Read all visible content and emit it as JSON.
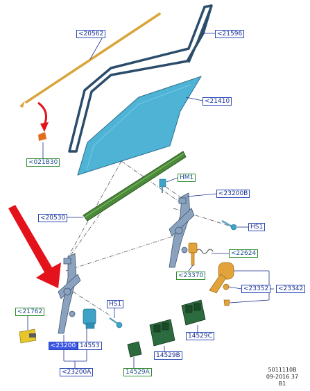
{
  "callouts": [
    {
      "id": "c20562",
      "text": "<20562",
      "style": "blue"
    },
    {
      "id": "c21596",
      "text": "<21596",
      "style": "blue"
    },
    {
      "id": "c21410",
      "text": "<21410",
      "style": "blue"
    },
    {
      "id": "c021B30",
      "text": "<021B30",
      "style": "green"
    },
    {
      "id": "cHM1",
      "text": "HM1",
      "style": "green"
    },
    {
      "id": "c23200B",
      "text": "<23200B",
      "style": "blue"
    },
    {
      "id": "c20530",
      "text": "<20530",
      "style": "blue"
    },
    {
      "id": "cHS1a",
      "text": "HS1",
      "style": "blue"
    },
    {
      "id": "c22624",
      "text": "<22624",
      "style": "green"
    },
    {
      "id": "c23370",
      "text": "<23370",
      "style": "green"
    },
    {
      "id": "c23352",
      "text": "<23352",
      "style": "blue"
    },
    {
      "id": "c23342",
      "text": "<23342",
      "style": "blue"
    },
    {
      "id": "c21762",
      "text": "<21762",
      "style": "green"
    },
    {
      "id": "cHS1b",
      "text": "HS1",
      "style": "blue"
    },
    {
      "id": "c23200",
      "text": "<23200",
      "style": "selected"
    },
    {
      "id": "c14553",
      "text": "14553",
      "style": "blue"
    },
    {
      "id": "c23200A",
      "text": "<23200A",
      "style": "blue"
    },
    {
      "id": "c14529C",
      "text": "14529C",
      "style": "blue"
    },
    {
      "id": "c14529B",
      "text": "14529B",
      "style": "blue"
    },
    {
      "id": "c14529A",
      "text": "14529A",
      "style": "green"
    }
  ],
  "footer": {
    "line1": "5011110B",
    "line2": "09-2016 37",
    "line3": "B1"
  },
  "colors": {
    "callout_border": "#2a49b8",
    "callout_green": "#2e8b2e",
    "selected": "#3b55e6",
    "glass": "#4fb3d6",
    "arrow": "#e3121b"
  }
}
